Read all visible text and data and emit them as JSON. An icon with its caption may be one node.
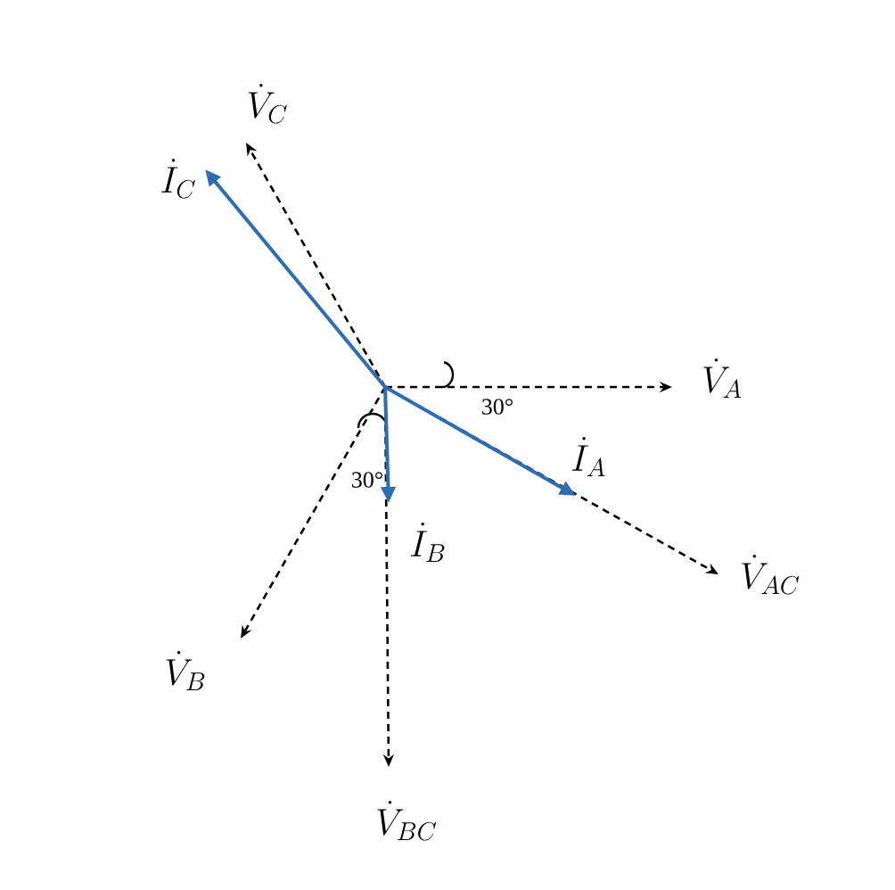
{
  "diagram": {
    "nodes": [
      {
        "text": [
          "\\dot{V}_{C}"
        ]
      },
      {
        "text": [
          "\\dot{I}_{C}"
        ]
      },
      {
        "text": [
          "\\dot{V}_{A}"
        ]
      },
      {
        "text": [
          "\\dot{I}_{A}"
        ]
      },
      {
        "text": [
          "\\dot{I}_{B}"
        ]
      },
      {
        "text": [
          "\\dot{V}_{AC}"
        ]
      },
      {
        "text": [
          "\\dot{V}_{B}"
        ]
      },
      {
        "text": [
          "\\dot{V}_{BC}"
        ]
      }
    ],
    "edges": [
      {
        "from": null,
        "to": 0,
        "arrow": "to",
        "style": "dashed"
      },
      {
        "from": null,
        "to": 2,
        "arrow": "to",
        "style": "dashed"
      },
      {
        "from": null,
        "to": 5,
        "arrow": "to",
        "style": "dashed"
      },
      {
        "from": null,
        "to": 6,
        "arrow": "to",
        "style": "dashed"
      },
      {
        "from": null,
        "to": 7,
        "arrow": "to",
        "style": "dashed"
      },
      {
        "from": null,
        "to": 1,
        "arrow": "to",
        "color": "#2e6db4"
      },
      {
        "from": null,
        "to": 3,
        "arrow": "to",
        "color": "#2e6db4"
      },
      {
        "from": null,
        "to": 4,
        "arrow": "to",
        "color": "#2e6db4"
      }
    ],
    "labels": [
      "30°",
      "30°"
    ]
  }
}
